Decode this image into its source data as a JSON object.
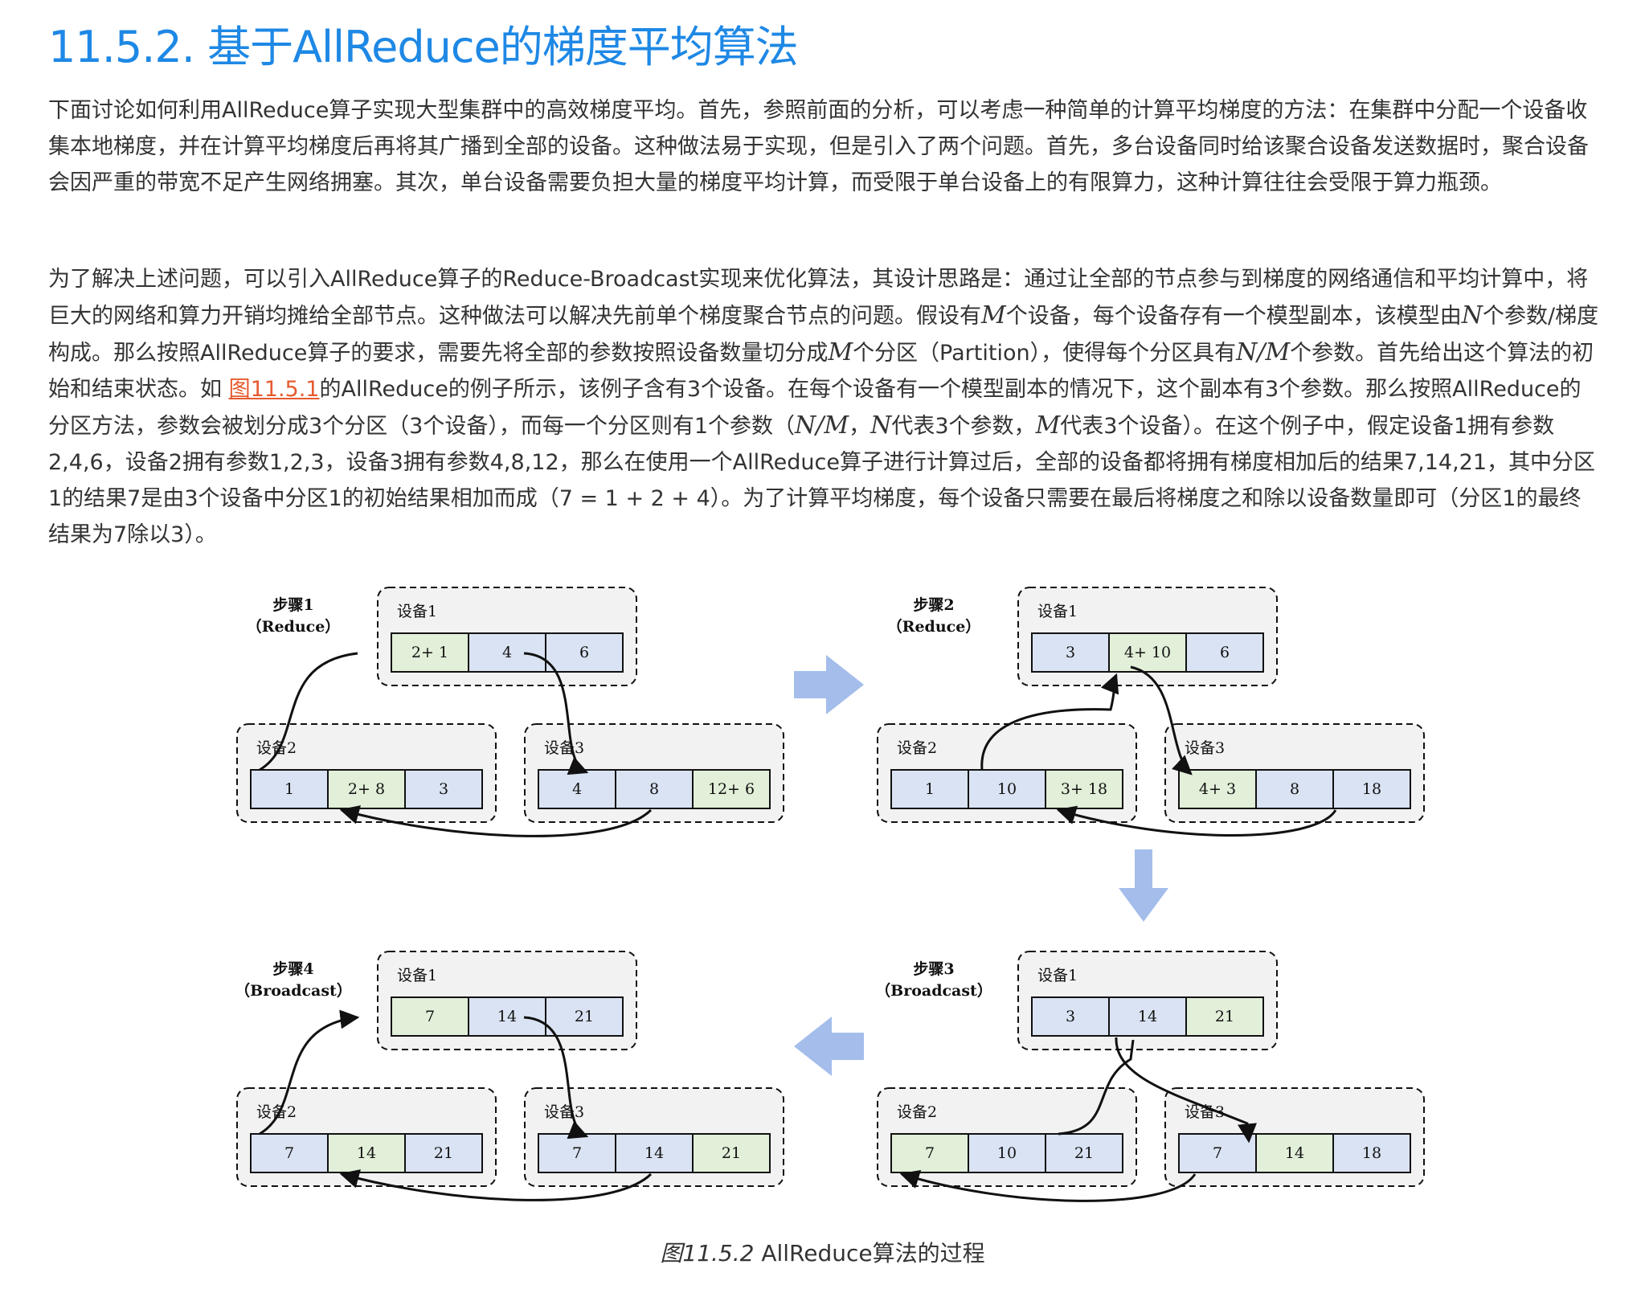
{
  "heading": "11.5.2. 基于AllReduce的梯度平均算法",
  "para1": "下面讨论如何利用AllReduce算子实现大型集群中的高效梯度平均。首先，参照前面的分析，可以考虑一种简单的计算平均梯度的方法：在集群中分配一个设备收集本地梯度，并在计算平均梯度后再将其广播到全部的设备。这种做法易于实现，但是引入了两个问题。首先，多台设备同时给该聚合设备发送数据时，聚合设备会因严重的带宽不足产生网络拥塞。其次，单台设备需要负担大量的梯度平均计算，而受限于单台设备上的有限算力，这种计算往往会受限于算力瓶颈。",
  "para2": {
    "t1": "为了解决上述问题，可以引入AllReduce算子的Reduce-Broadcast实现来优化算法，其设计思路是：通过让全部的节点参与到梯度的网络通信和平均计算中，将巨大的网络和算力开销均摊给全部节点。这种做法可以解决先前单个梯度聚合节点的问题。假设有",
    "m1": "M",
    "t2": "个设备，每个设备存有一个模型副本，该模型由",
    "m2": "N",
    "t3": "个参数/梯度构成。那么按照AllReduce算子的要求，需要先将全部的参数按照设备数量切分成",
    "m3": "M",
    "t4": "个分区（Partition），使得每个分区具有",
    "m4": "N/M",
    "t5": "个参数。首先给出这个算法的初始和结束状态。如 ",
    "link": "图11.5.1",
    "t6": "的AllReduce的例子所示，该例子含有3个设备。在每个设备有一个模型副本的情况下，这个副本有3个参数。那么按照AllReduce的分区方法，参数会被划分成3个分区（3个设备），而每一个分区则有1个参数（",
    "m5": "N/M",
    "t7": "，",
    "m6": "N",
    "t8": "代表3个参数，",
    "m7": "M",
    "t9": "代表3个设备）。在这个例子中，假定设备1拥有参数2,4,6，设备2拥有参数1,2,3，设备3拥有参数4,8,12，那么在使用一个AllReduce算子进行计算过后，全部的设备都将拥有梯度相加后的结果7,14,21，其中分区1的结果7是由3个设备中分区1的初始结果相加而成（7 = 1 + 2 + 4）。为了计算平均梯度，每个设备只需要在最后将梯度之和除以设备数量即可（分区1的最终结果为7除以3）。"
  },
  "figure": {
    "colors": {
      "blue": "#dae3f3",
      "green": "#e2efd9",
      "panel": "#f2f2f2",
      "arrow": "#a4bdeb"
    },
    "steps": [
      {
        "label": "步骤1",
        "sub": "（Reduce）",
        "devices": [
          {
            "name": "设备1",
            "cells": [
              "2+ 1",
              "4",
              "6"
            ],
            "hl": [
              0
            ]
          },
          {
            "name": "设备2",
            "cells": [
              "1",
              "2+ 8",
              "3"
            ],
            "hl": [
              1
            ]
          },
          {
            "name": "设备3",
            "cells": [
              "4",
              "8",
              "12+ 6"
            ],
            "hl": [
              2
            ]
          }
        ]
      },
      {
        "label": "步骤2",
        "sub": "（Reduce）",
        "devices": [
          {
            "name": "设备1",
            "cells": [
              "3",
              "4+ 10",
              "6"
            ],
            "hl": [
              1
            ]
          },
          {
            "name": "设备2",
            "cells": [
              "1",
              "10",
              "3+ 18"
            ],
            "hl": [
              2
            ]
          },
          {
            "name": "设备3",
            "cells": [
              "4+ 3",
              "8",
              "18"
            ],
            "hl": [
              0
            ]
          }
        ]
      },
      {
        "label": "步骤3",
        "sub": "（Broadcast）",
        "devices": [
          {
            "name": "设备1",
            "cells": [
              "3",
              "14",
              "21"
            ],
            "hl": [
              2
            ]
          },
          {
            "name": "设备2",
            "cells": [
              "7",
              "10",
              "21"
            ],
            "hl": [
              0
            ]
          },
          {
            "name": "设备3",
            "cells": [
              "7",
              "14",
              "18"
            ],
            "hl": [
              1
            ]
          }
        ]
      },
      {
        "label": "步骤4",
        "sub": "（Broadcast）",
        "devices": [
          {
            "name": "设备1",
            "cells": [
              "7",
              "14",
              "21"
            ],
            "hl": [
              0
            ]
          },
          {
            "name": "设备2",
            "cells": [
              "7",
              "14",
              "21"
            ],
            "hl": [
              1
            ]
          },
          {
            "name": "设备3",
            "cells": [
              "7",
              "14",
              "21"
            ],
            "hl": [
              2
            ]
          }
        ]
      }
    ]
  },
  "caption": {
    "num": "图11.5.2",
    "text": " AllReduce算法的过程"
  }
}
